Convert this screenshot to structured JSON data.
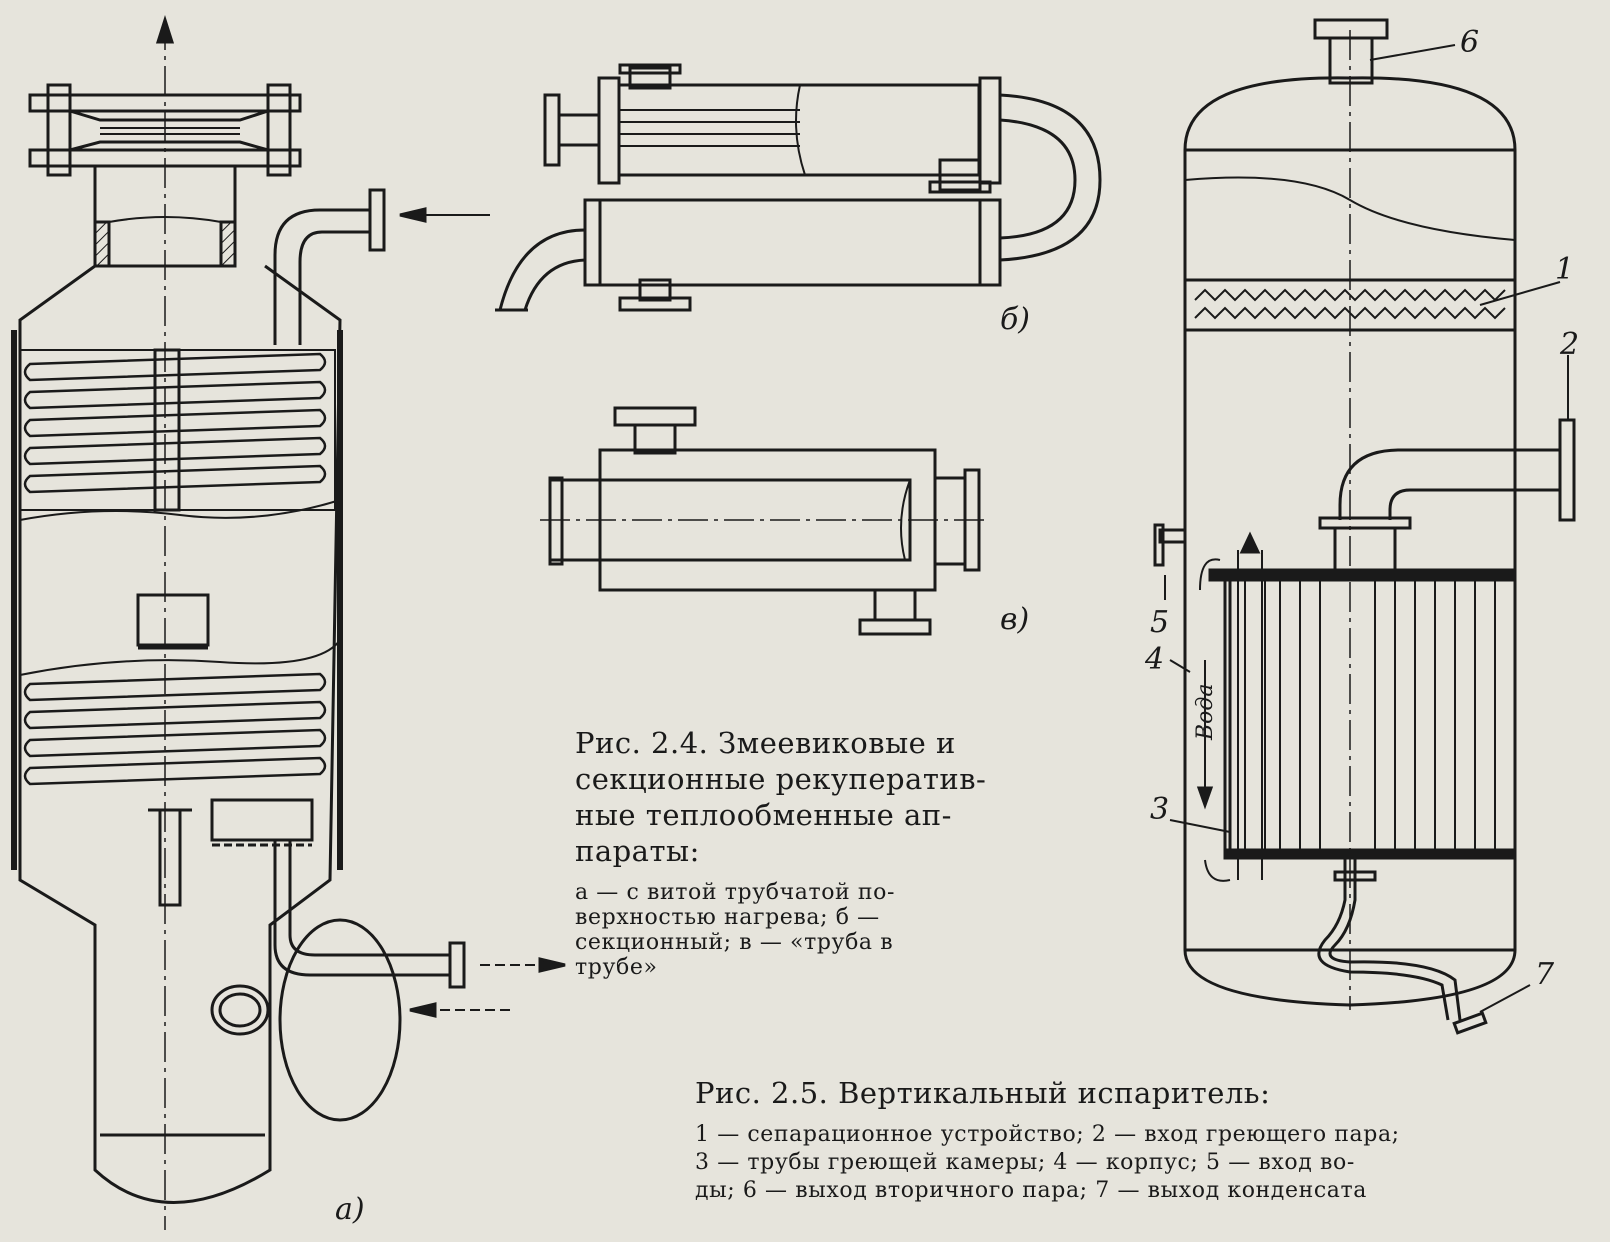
{
  "labels": {
    "sub_a": "а)",
    "sub_b": "б)",
    "sub_v": "в)",
    "n1": "1",
    "n2": "2",
    "n3": "3",
    "n4": "4",
    "n5": "5",
    "n6": "6",
    "n7": "7",
    "voda": "Вода"
  },
  "fig24": {
    "title_lines": [
      "Рис. 2.4. Змеевиковые и",
      "секционные рекуператив-",
      "ные теплообменные ап-",
      "параты:"
    ],
    "legend_lines": [
      "а — с витой трубчатой по-",
      "верхностью нагрева; б —",
      "секционный; в — «труба в",
      "трубе»"
    ]
  },
  "fig25": {
    "title": "Рис. 2.5. Вертикальный испаритель:",
    "legend_lines": [
      "1 — сепарационное устройство; 2 — вход греющего пара;",
      "3 — трубы греющей камеры; 4 — корпус; 5 — вход во-",
      "ды; 6 — выход вторичного пара; 7 — выход конденсата"
    ]
  },
  "colors": {
    "paper": "#e6e4dc",
    "ink": "#1a1a1a"
  }
}
